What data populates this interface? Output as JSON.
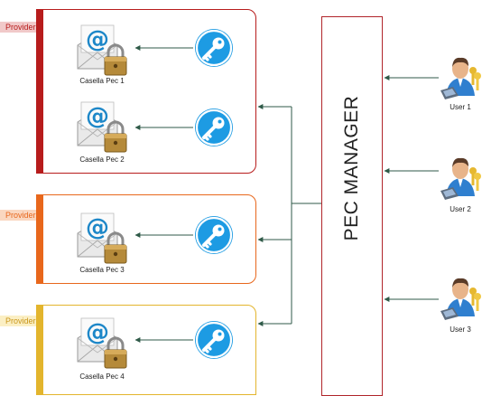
{
  "providers": [
    {
      "name": "Provider A",
      "color": "#b71c1c",
      "tab": "#f1c9c9",
      "mailboxes": [
        "Casella Pec 1",
        "Casella Pec 2"
      ]
    },
    {
      "name": "Provider B",
      "color": "#e8671c",
      "tab": "#fad7c0",
      "mailboxes": [
        "Casella Pec 3"
      ]
    },
    {
      "name": "Provider C",
      "color": "#e3b52d",
      "tab": "#fbefc4",
      "mailboxes": [
        "Casella Pec 4"
      ]
    }
  ],
  "manager": {
    "title": "PEC MANAGER"
  },
  "users": [
    "User 1",
    "User 2",
    "User 3"
  ],
  "colors": {
    "key": "#1d9be3",
    "arrow": "#2f5a48",
    "manager_border": "#b0242a"
  }
}
